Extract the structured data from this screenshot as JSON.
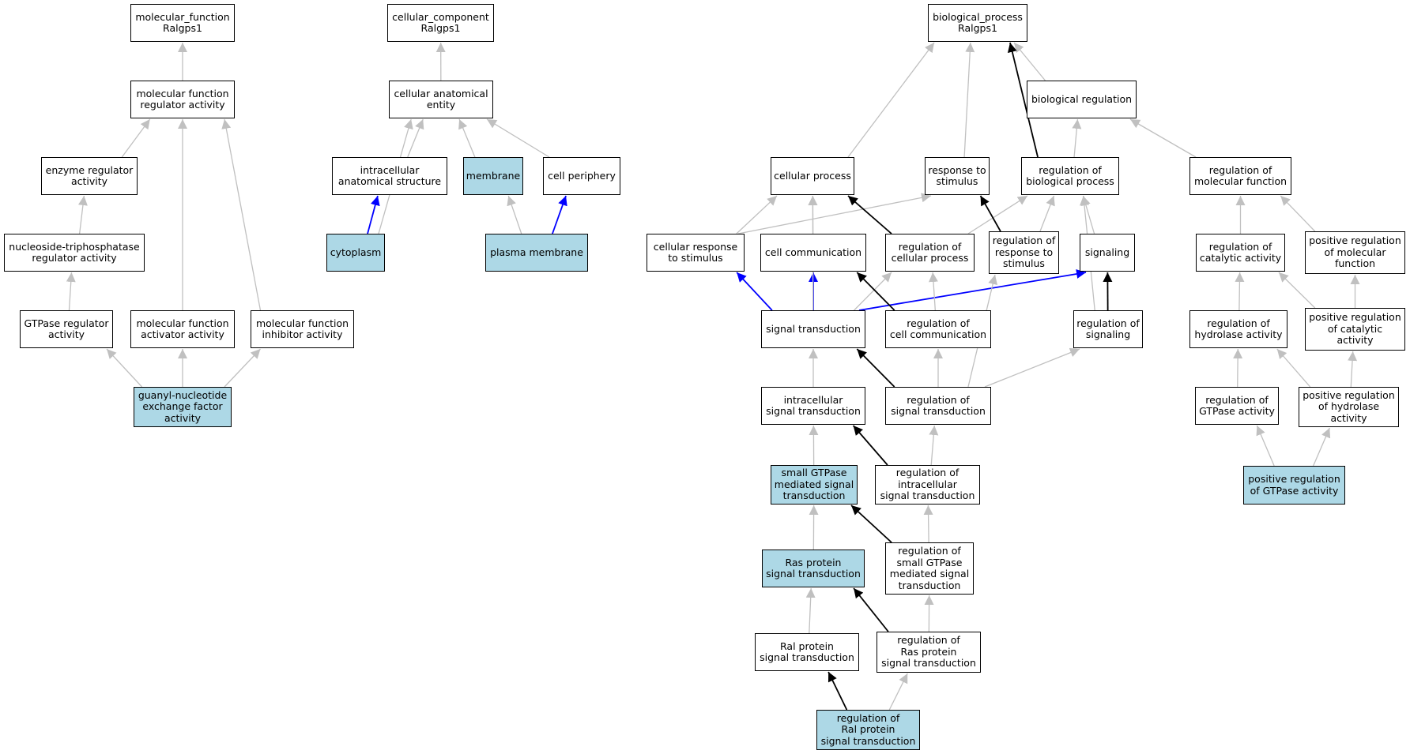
{
  "colors": {
    "gray": "#c0c0c0",
    "black": "#000000",
    "blue": "#0000ff",
    "highlight": "#add8e6"
  },
  "nodes": {
    "mf_root": {
      "label": "molecular_function\nRalgps1",
      "highlight": false
    },
    "mfra": {
      "label": "molecular function\nregulator activity",
      "highlight": false
    },
    "era": {
      "label": "enzyme regulator\nactivity",
      "highlight": false
    },
    "ntra": {
      "label": "nucleoside-triphosphatase\nregulator activity",
      "highlight": false
    },
    "gtpra": {
      "label": "GTPase regulator\nactivity",
      "highlight": false
    },
    "mfaa": {
      "label": "molecular function\nactivator activity",
      "highlight": false
    },
    "mfia": {
      "label": "molecular function\ninhibitor activity",
      "highlight": false
    },
    "gnef": {
      "label": "guanyl-nucleotide\nexchange factor\nactivity",
      "highlight": true
    },
    "cc_root": {
      "label": "cellular_component\nRalgps1",
      "highlight": false
    },
    "cae": {
      "label": "cellular anatomical\nentity",
      "highlight": false
    },
    "ias": {
      "label": "intracellular\nanatomical structure",
      "highlight": false
    },
    "membrane": {
      "label": "membrane",
      "highlight": true
    },
    "cellper": {
      "label": "cell periphery",
      "highlight": false
    },
    "cytoplasm": {
      "label": "cytoplasm",
      "highlight": true
    },
    "pm": {
      "label": "plasma membrane",
      "highlight": true
    },
    "bp_root": {
      "label": "biological_process\nRalgps1",
      "highlight": false
    },
    "bioreg": {
      "label": "biological regulation",
      "highlight": false
    },
    "cellproc": {
      "label": "cellular process",
      "highlight": false
    },
    "respstim": {
      "label": "response to\nstimulus",
      "highlight": false
    },
    "regbp": {
      "label": "regulation of\nbiological process",
      "highlight": false
    },
    "regmf": {
      "label": "regulation of\nmolecular function",
      "highlight": false
    },
    "cellresp": {
      "label": "cellular response\nto stimulus",
      "highlight": false
    },
    "cellcomm": {
      "label": "cell communication",
      "highlight": false
    },
    "regcp": {
      "label": "regulation of\ncellular process",
      "highlight": false
    },
    "regrs": {
      "label": "regulation of\nresponse to\nstimulus",
      "highlight": false
    },
    "signaling": {
      "label": "signaling",
      "highlight": false
    },
    "regcat": {
      "label": "regulation of\ncatalytic activity",
      "highlight": false
    },
    "posregmf": {
      "label": "positive regulation\nof molecular\nfunction",
      "highlight": false
    },
    "sigtrans": {
      "label": "signal transduction",
      "highlight": false
    },
    "regcc": {
      "label": "regulation of\ncell communication",
      "highlight": false
    },
    "regsig": {
      "label": "regulation of\nsignaling",
      "highlight": false
    },
    "reghyd": {
      "label": "regulation of\nhydrolase activity",
      "highlight": false
    },
    "posregcat": {
      "label": "positive regulation\nof catalytic\nactivity",
      "highlight": false
    },
    "intrasig": {
      "label": "intracellular\nsignal transduction",
      "highlight": false
    },
    "regst": {
      "label": "regulation of\nsignal transduction",
      "highlight": false
    },
    "reggtpase": {
      "label": "regulation of\nGTPase activity",
      "highlight": false
    },
    "posreghyd": {
      "label": "positive regulation\nof hydrolase\nactivity",
      "highlight": false
    },
    "smallgtp": {
      "label": "small GTPase\nmediated signal\ntransduction",
      "highlight": true
    },
    "regist": {
      "label": "regulation of\nintracellular\nsignal transduction",
      "highlight": false
    },
    "posreggtpase": {
      "label": "positive regulation\nof GTPase activity",
      "highlight": true
    },
    "ras": {
      "label": "Ras protein\nsignal transduction",
      "highlight": true
    },
    "regsmall": {
      "label": "regulation of\nsmall GTPase\nmediated signal\ntransduction",
      "highlight": false
    },
    "ral": {
      "label": "Ral protein\nsignal transduction",
      "highlight": false
    },
    "regras": {
      "label": "regulation of\nRas protein\nsignal transduction",
      "highlight": false
    },
    "regral": {
      "label": "regulation of\nRal protein\nsignal transduction",
      "highlight": true
    }
  },
  "edges": [
    [
      "mfra",
      "mf_root",
      "gray"
    ],
    [
      "era",
      "mfra",
      "gray"
    ],
    [
      "ntra",
      "era",
      "gray"
    ],
    [
      "gtpra",
      "ntra",
      "gray"
    ],
    [
      "mfaa",
      "mfra",
      "gray"
    ],
    [
      "mfia",
      "mfra",
      "gray"
    ],
    [
      "gnef",
      "gtpra",
      "gray"
    ],
    [
      "gnef",
      "mfaa",
      "gray"
    ],
    [
      "gnef",
      "mfia",
      "gray"
    ],
    [
      "cae",
      "cc_root",
      "gray"
    ],
    [
      "ias",
      "cae",
      "gray"
    ],
    [
      "membrane",
      "cae",
      "gray"
    ],
    [
      "cellper",
      "cae",
      "gray"
    ],
    [
      "cytoplasm",
      "ias",
      "blue"
    ],
    [
      "cytoplasm",
      "cae",
      "gray"
    ],
    [
      "pm",
      "membrane",
      "gray"
    ],
    [
      "pm",
      "cellper",
      "blue"
    ],
    [
      "bioreg",
      "bp_root",
      "gray"
    ],
    [
      "cellproc",
      "bp_root",
      "gray"
    ],
    [
      "respstim",
      "bp_root",
      "gray"
    ],
    [
      "regbp",
      "bp_root",
      "black"
    ],
    [
      "regbp",
      "bioreg",
      "gray"
    ],
    [
      "regmf",
      "bioreg",
      "gray"
    ],
    [
      "cellresp",
      "cellproc",
      "gray"
    ],
    [
      "cellresp",
      "respstim",
      "gray"
    ],
    [
      "cellcomm",
      "cellproc",
      "gray"
    ],
    [
      "regcp",
      "cellproc",
      "black"
    ],
    [
      "regcp",
      "regbp",
      "gray"
    ],
    [
      "regrs",
      "respstim",
      "black"
    ],
    [
      "regrs",
      "regbp",
      "gray"
    ],
    [
      "signaling",
      "regbp",
      "gray"
    ],
    [
      "regcat",
      "regmf",
      "gray"
    ],
    [
      "posregmf",
      "regmf",
      "gray"
    ],
    [
      "sigtrans",
      "cellresp",
      "blue"
    ],
    [
      "sigtrans",
      "cellcomm",
      "blue"
    ],
    [
      "sigtrans",
      "signaling",
      "blue"
    ],
    [
      "sigtrans",
      "cellproc",
      "gray"
    ],
    [
      "sigtrans",
      "regcp",
      "gray"
    ],
    [
      "regcc",
      "cellcomm",
      "black"
    ],
    [
      "regcc",
      "regcp",
      "gray"
    ],
    [
      "regsig",
      "signaling",
      "black"
    ],
    [
      "regsig",
      "regbp",
      "gray"
    ],
    [
      "reghyd",
      "regcat",
      "gray"
    ],
    [
      "posregcat",
      "regcat",
      "gray"
    ],
    [
      "posregcat",
      "posregmf",
      "gray"
    ],
    [
      "intrasig",
      "sigtrans",
      "gray"
    ],
    [
      "regst",
      "sigtrans",
      "black"
    ],
    [
      "regst",
      "regcc",
      "gray"
    ],
    [
      "regst",
      "regsig",
      "gray"
    ],
    [
      "regst",
      "regrs",
      "gray"
    ],
    [
      "reggtpase",
      "reghyd",
      "gray"
    ],
    [
      "posreghyd",
      "reghyd",
      "gray"
    ],
    [
      "posreghyd",
      "posregcat",
      "gray"
    ],
    [
      "smallgtp",
      "intrasig",
      "gray"
    ],
    [
      "regist",
      "intrasig",
      "black"
    ],
    [
      "regist",
      "regst",
      "gray"
    ],
    [
      "posreggtpase",
      "reggtpase",
      "gray"
    ],
    [
      "posreggtpase",
      "posreghyd",
      "gray"
    ],
    [
      "ras",
      "smallgtp",
      "gray"
    ],
    [
      "regsmall",
      "smallgtp",
      "black"
    ],
    [
      "regsmall",
      "regist",
      "gray"
    ],
    [
      "ral",
      "ras",
      "gray"
    ],
    [
      "regras",
      "ras",
      "black"
    ],
    [
      "regras",
      "regsmall",
      "gray"
    ],
    [
      "regral",
      "ral",
      "black"
    ],
    [
      "regral",
      "regras",
      "gray"
    ]
  ]
}
